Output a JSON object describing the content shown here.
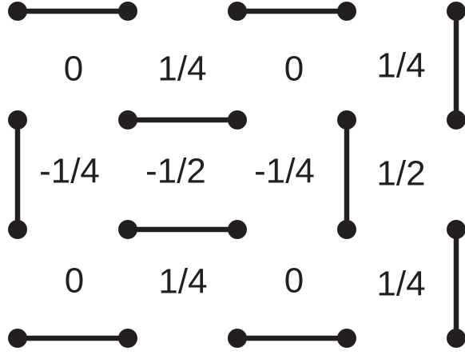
{
  "colors": {
    "ink": "#231f20",
    "background": "#ffffff"
  },
  "labels": {
    "row1": [
      "0",
      "1/4",
      "0",
      "1/4"
    ],
    "row2": [
      "-1/4",
      "-1/2",
      "-1/4",
      "1/2"
    ],
    "row3": [
      "0",
      "1/4",
      "0",
      "1/4"
    ]
  }
}
